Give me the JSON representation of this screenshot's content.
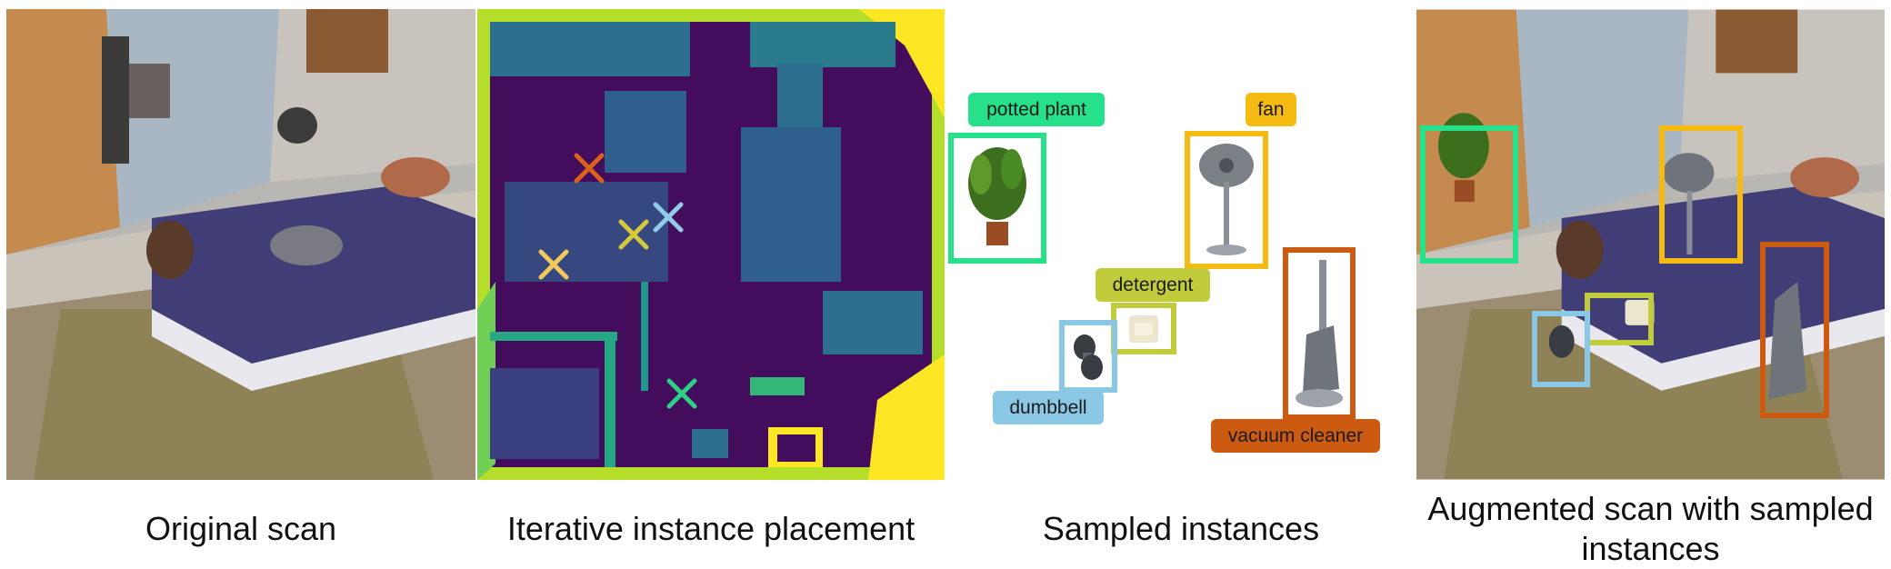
{
  "figure": {
    "panels": [
      {
        "id": "original",
        "caption": "Original scan"
      },
      {
        "id": "placement",
        "caption": "Iterative instance placement"
      },
      {
        "id": "instances",
        "caption": "Sampled instances"
      },
      {
        "id": "augmented",
        "caption": "Augmented scan with sampled instances"
      }
    ]
  },
  "instances": [
    {
      "label": "potted plant",
      "color": "#2ee08a",
      "icon": "potted-plant-icon"
    },
    {
      "label": "fan",
      "color": "#f5bb12",
      "icon": "fan-icon"
    },
    {
      "label": "detergent",
      "color": "#c0cc3c",
      "icon": "detergent-icon"
    },
    {
      "label": "dumbbell",
      "color": "#8ac8e6",
      "icon": "dumbbell-icon"
    },
    {
      "label": "vacuum cleaner",
      "color": "#cc5a10",
      "icon": "vacuum-cleaner-icon"
    }
  ],
  "placement_markers": [
    {
      "instance": "vacuum cleaner",
      "color": "#d9631a"
    },
    {
      "instance": "detergent",
      "color": "#d6c83c"
    },
    {
      "instance": "dumbbell",
      "color": "#92cbe8"
    },
    {
      "instance": "fan",
      "color": "#f2c95a"
    },
    {
      "instance": "potted plant",
      "color": "#2ed088"
    }
  ],
  "heatmap_palette": [
    "#3a0f5e",
    "#2d6f8e",
    "#27a884",
    "#b5de2b",
    "#fde725"
  ]
}
